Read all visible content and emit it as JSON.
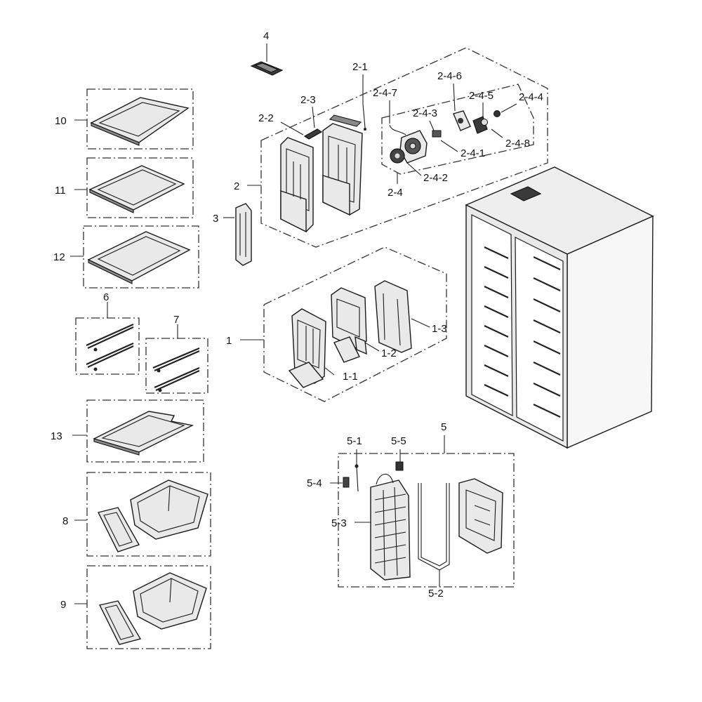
{
  "labels": {
    "l1": "1",
    "l1_1": "1-1",
    "l1_2": "1-2",
    "l1_3": "1-3",
    "l2": "2",
    "l2_1": "2-1",
    "l2_2": "2-2",
    "l2_3": "2-3",
    "l2_4": "2-4",
    "l2_4_1": "2-4-1",
    "l2_4_2": "2-4-2",
    "l2_4_3": "2-4-3",
    "l2_4_4": "2-4-4",
    "l2_4_5": "2-4-5",
    "l2_4_6": "2-4-6",
    "l2_4_7": "2-4-7",
    "l2_4_8": "2-4-8",
    "l3": "3",
    "l4": "4",
    "l5": "5",
    "l5_1": "5-1",
    "l5_2": "5-2",
    "l5_3": "5-3",
    "l5_4": "5-4",
    "l5_5": "5-5",
    "l6": "6",
    "l7": "7",
    "l8": "8",
    "l9": "9",
    "l10": "10",
    "l11": "11",
    "l12": "12",
    "l13": "13"
  }
}
